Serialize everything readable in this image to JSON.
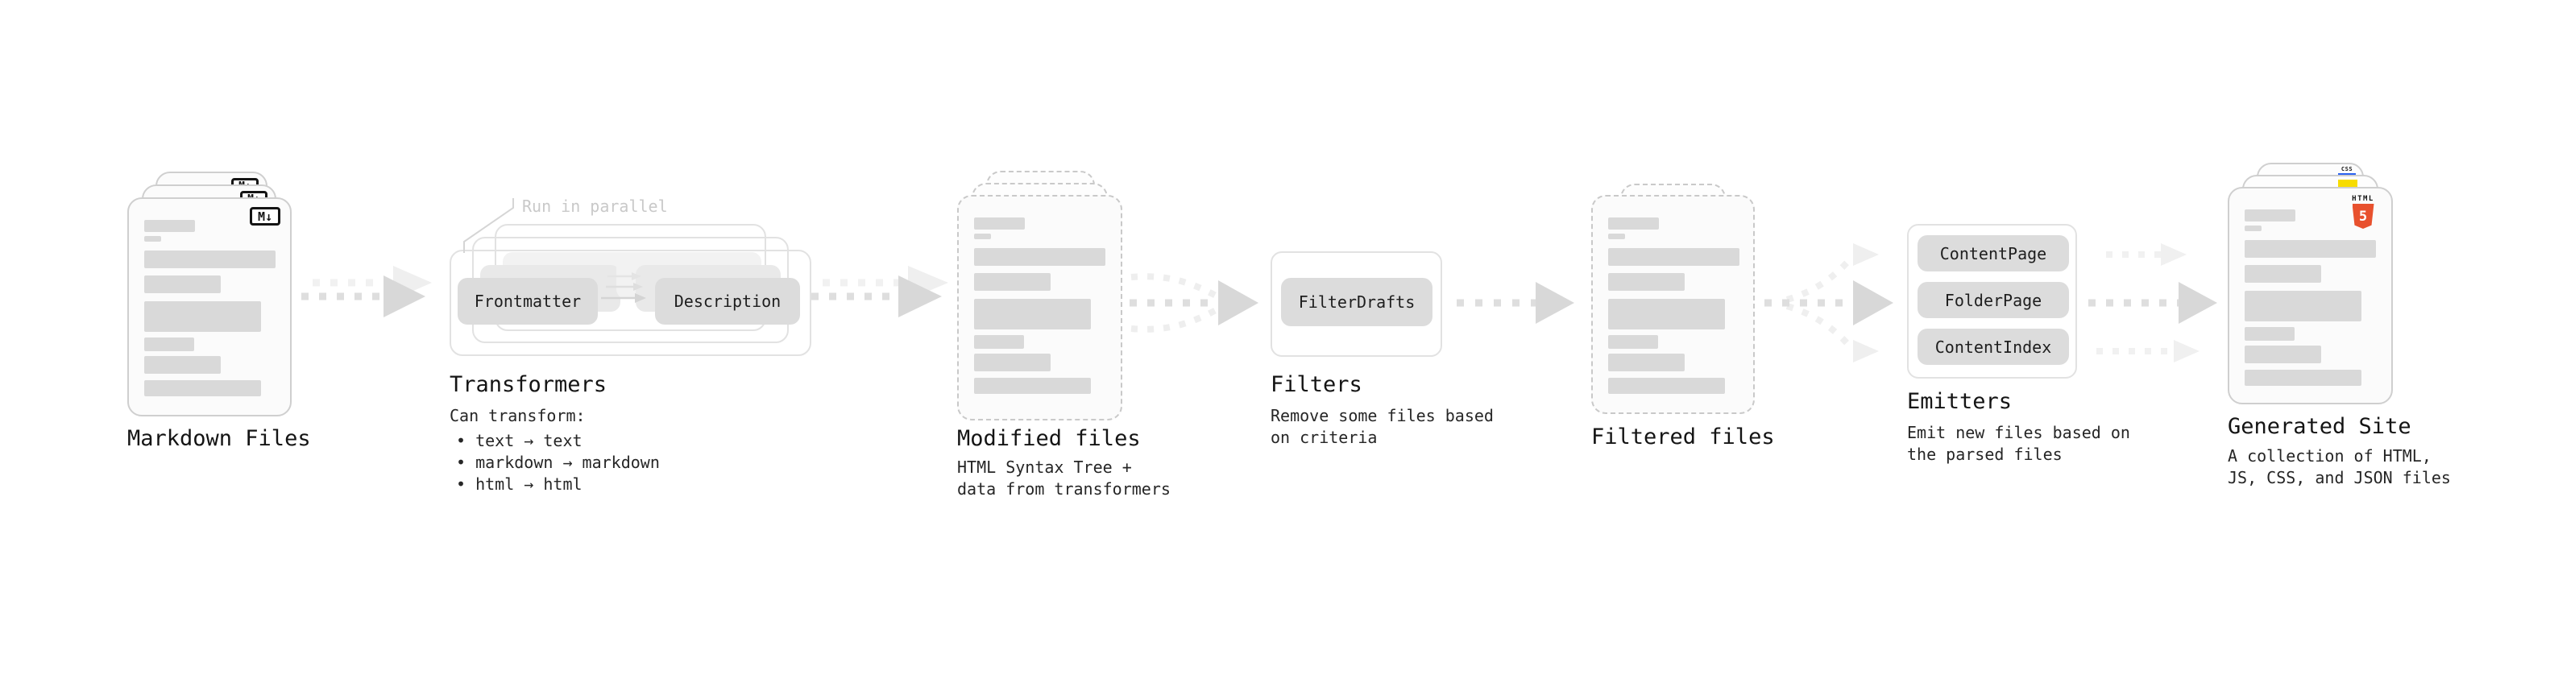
{
  "stages": {
    "markdown": {
      "title": "Markdown Files",
      "badge": "M↓"
    },
    "transformers": {
      "title": "Transformers",
      "annotation": "Run in parallel",
      "box_frontmatter": "Frontmatter",
      "box_description": "Description",
      "desc_heading": "Can transform:",
      "bullet_1": "• text → text",
      "bullet_2": "• markdown → markdown",
      "bullet_3": "• html → html"
    },
    "modified": {
      "title": "Modified files",
      "desc_1": "HTML Syntax Tree +",
      "desc_2": "data from transformers"
    },
    "filters": {
      "title": "Filters",
      "box_filterdrafts": "FilterDrafts",
      "desc_1": "Remove some files based",
      "desc_2": "on criteria"
    },
    "filtered": {
      "title": "Filtered files"
    },
    "emitters": {
      "title": "Emitters",
      "box_contentpage": "ContentPage",
      "box_folderpage": "FolderPage",
      "box_contentindex": "ContentIndex",
      "desc_1": "Emit new files based on",
      "desc_2": "the parsed files"
    },
    "generated": {
      "title": "Generated Site",
      "desc_1": "A collection of HTML,",
      "desc_2": "JS, CSS, and JSON files",
      "badge_html_label": "HTML",
      "badge_html_number": "5",
      "badge_css": "CSS"
    }
  },
  "colors": {
    "markdown_badge": "#141414",
    "html5_orange": "#e8512e",
    "js_yellow": "#f7dc00",
    "css_blue": "#2b62f0",
    "skeleton_bar": "#d9d9d9",
    "box_fill": "#dcdcdc",
    "arrow_dark": "#d8d8d8",
    "arrow_light": "#f0f0f0",
    "annotation_gray": "#c9c9c9"
  }
}
